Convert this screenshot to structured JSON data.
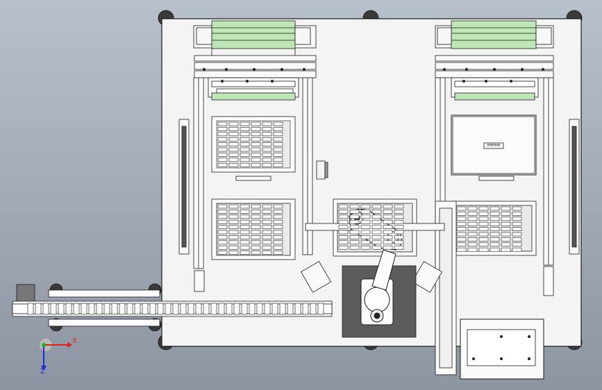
{
  "viewport": {
    "background_top": "#b8c0cc",
    "background_bottom": "#8d95a2"
  },
  "axes": {
    "x_label": "X",
    "z_label": "Z",
    "x_color": "#e0201c",
    "y_color": "#19b61c",
    "z_color": "#1c2bd8"
  },
  "panel": {
    "label": "HHHHH"
  },
  "colors": {
    "line": "#1a1a1a",
    "frame_fill": "#f4f4f4",
    "roller_green": "#bfe6b7",
    "robot_base": "#5c5c5c",
    "foot": "#3a3a3a"
  }
}
